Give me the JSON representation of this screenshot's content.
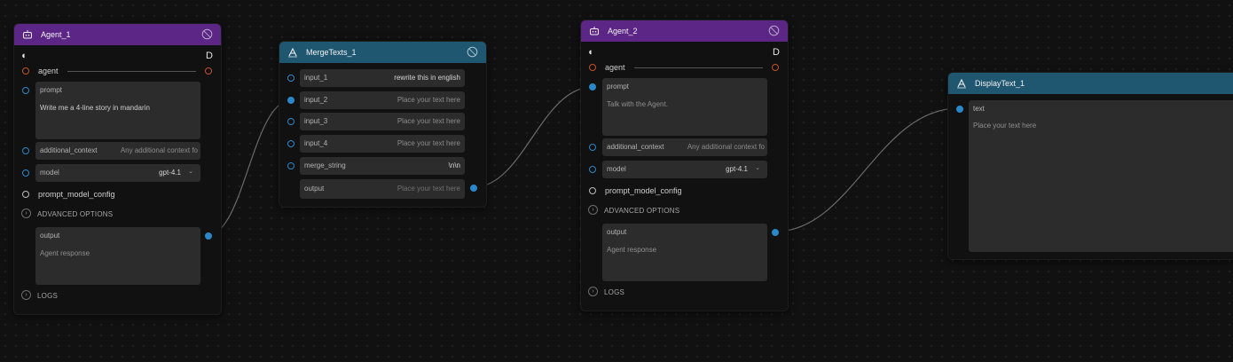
{
  "colors": {
    "agent_header": "#5b2686",
    "text_header": "#1f5670",
    "port_blue": "#2a87c9",
    "port_orange": "#c2512c",
    "edge": "#6a6a6a"
  },
  "agent1": {
    "title": "Agent_1",
    "agent_label": "agent",
    "prompt_label": "prompt",
    "prompt_value": "Write me a 4-line story in mandarin",
    "additional_context_label": "additional_context",
    "additional_context_placeholder": "Any additional context fo",
    "model_label": "model",
    "model_value": "gpt-4.1",
    "prompt_model_config_label": "prompt_model_config",
    "advanced_options_label": "ADVANCED OPTIONS",
    "output_label": "output",
    "output_placeholder": "Agent response",
    "logs_label": "LOGS"
  },
  "merge": {
    "title": "MergeTexts_1",
    "input_1_label": "input_1",
    "input_1_value": "rewrite this in english",
    "input_2_label": "input_2",
    "input_2_placeholder": "Place your text here",
    "input_3_label": "input_3",
    "input_3_placeholder": "Place your text here",
    "input_4_label": "input_4",
    "input_4_placeholder": "Place your text here",
    "merge_string_label": "merge_string",
    "merge_string_value": "\\n\\n",
    "output_label": "output",
    "output_placeholder": "Place your text here"
  },
  "agent2": {
    "title": "Agent_2",
    "agent_label": "agent",
    "prompt_label": "prompt",
    "prompt_placeholder": "Talk with the Agent.",
    "additional_context_label": "additional_context",
    "additional_context_placeholder": "Any additional context fo",
    "model_label": "model",
    "model_value": "gpt-4.1",
    "prompt_model_config_label": "prompt_model_config",
    "advanced_options_label": "ADVANCED OPTIONS",
    "output_label": "output",
    "output_placeholder": "Agent response",
    "logs_label": "LOGS"
  },
  "display": {
    "title": "DisplayText_1",
    "text_label": "text",
    "text_placeholder": "Place your text here"
  }
}
